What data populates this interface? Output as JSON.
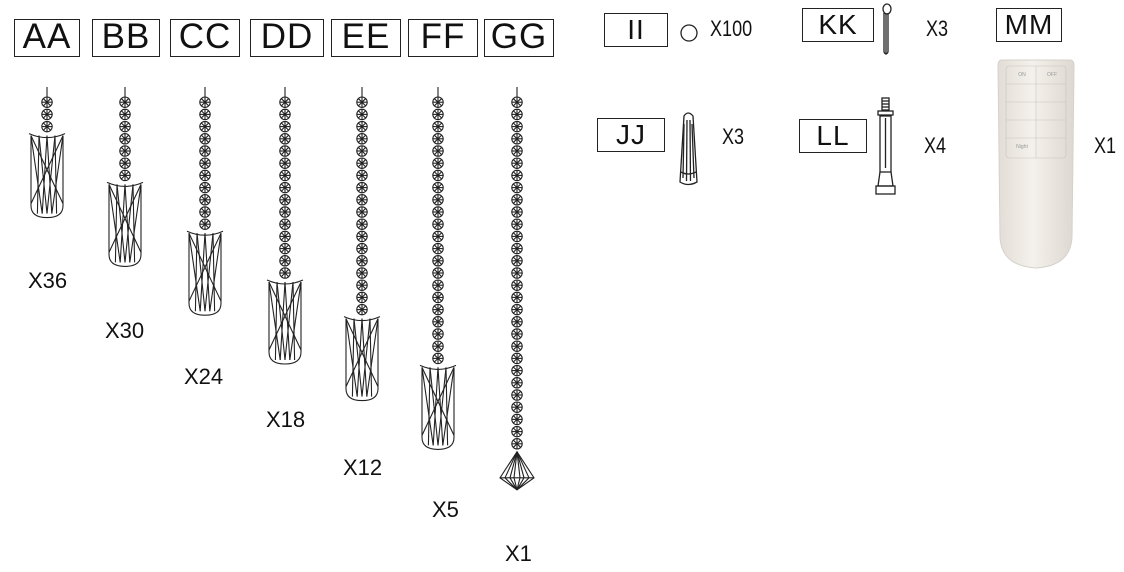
{
  "pendants": [
    {
      "label": "AA",
      "quantity": "X36",
      "beads": 3,
      "shape": "cylinder"
    },
    {
      "label": "BB",
      "quantity": "X30",
      "beads": 7,
      "shape": "cylinder"
    },
    {
      "label": "CC",
      "quantity": "X24",
      "beads": 11,
      "shape": "cylinder"
    },
    {
      "label": "DD",
      "quantity": "X18",
      "beads": 15,
      "shape": "cylinder"
    },
    {
      "label": "EE",
      "quantity": "X12",
      "beads": 18,
      "shape": "cylinder"
    },
    {
      "label": "FF",
      "quantity": "X5",
      "beads": 22,
      "shape": "cylinder"
    },
    {
      "label": "GG",
      "quantity": "X1",
      "beads": 29,
      "shape": "diamond"
    }
  ],
  "hardware": [
    {
      "label": "II",
      "icon": "ring-icon",
      "quantity": "X100"
    },
    {
      "label": "JJ",
      "icon": "wire-nut-icon",
      "quantity": "X3"
    },
    {
      "label": "KK",
      "icon": "cotter-pin-icon",
      "quantity": "X3"
    },
    {
      "label": "LL",
      "icon": "expansion-bolt-icon",
      "quantity": "X4"
    },
    {
      "label": "MM",
      "icon": "remote-control-icon",
      "quantity": "X1"
    }
  ],
  "remote_buttons": [
    "ON",
    "OFF",
    "",
    "",
    "",
    "",
    "",
    "",
    "Night",
    ""
  ],
  "colors": {
    "line": "#222222",
    "remote_body": "#efebe6"
  }
}
